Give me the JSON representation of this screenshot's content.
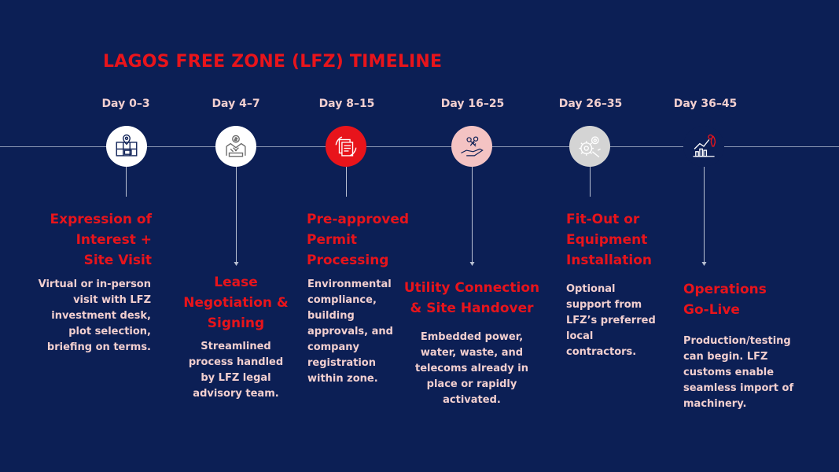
{
  "title": "LAGOS FREE ZONE (LFZ) TIMELINE",
  "colors": {
    "background": "#0c1f55",
    "accent": "#e8141b",
    "text": "#f2cfcf",
    "line": "#8c97b3"
  },
  "stages": [
    {
      "day": "Day 0–3",
      "icon": "site-plan-location-icon",
      "title_lines": [
        "Expression of",
        "Interest +",
        "Site Visit"
      ],
      "desc_lines": [
        "Virtual or in-person",
        "visit with LFZ",
        "investment desk,",
        "plot selection,",
        "briefing on terms."
      ]
    },
    {
      "day": "Day 4–7",
      "icon": "handshake-dollar-icon",
      "title_lines": [
        "Lease",
        "Negotiation &",
        "Signing"
      ],
      "desc_lines": [
        "Streamlined",
        "process handled",
        "by LFZ legal",
        "advisory team."
      ]
    },
    {
      "day": "Day 8–15",
      "icon": "document-processing-icon",
      "title_lines": [
        "Pre-approved",
        "Permit",
        "Processing"
      ],
      "desc_lines": [
        "Environmental",
        "compliance,",
        "building",
        "approvals, and",
        "company",
        "registration",
        "within zone."
      ]
    },
    {
      "day": "Day 16–25",
      "icon": "key-handover-icon",
      "title_lines": [
        "Utility Connection",
        "& Site Handover"
      ],
      "desc_lines": [
        "Embedded power,",
        "water, waste, and",
        "telecoms already in",
        "place or rapidly",
        "activated."
      ]
    },
    {
      "day": "Day 26–35",
      "icon": "gear-tools-icon",
      "title_lines": [
        "Fit-Out or",
        "Equipment",
        "Installation"
      ],
      "desc_lines": [
        "Optional",
        "support from",
        "LFZ’s preferred",
        "local",
        "contractors."
      ]
    },
    {
      "day": "Day 36–45",
      "icon": "growth-chart-rocket-icon",
      "title_lines": [
        "Operations",
        "Go-Live"
      ],
      "desc_lines": [
        "Production/testing",
        "can begin. LFZ",
        "customs enable",
        "seamless import of",
        "machinery."
      ]
    }
  ]
}
